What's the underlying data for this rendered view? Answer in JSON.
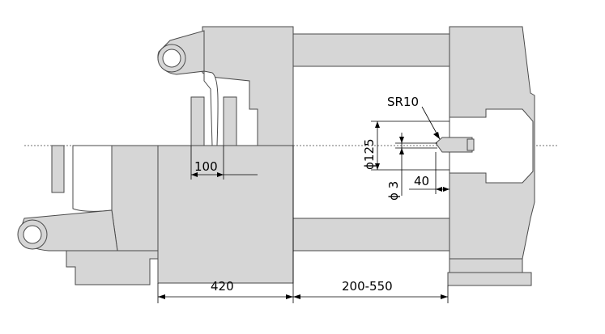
{
  "dimensions": {
    "d_mold_height_offset": "100",
    "d_tie_bar_span": "420",
    "d_opening_range": "200-550",
    "d_nozzle_protrusion": "40",
    "d_locating_ring_dia": "ϕ125",
    "d_nozzle_hole_dia": "ϕ 3",
    "d_nozzle_radius": "SR10"
  },
  "colors": {
    "platen_fill": "#d6d6d6",
    "outline": "#4a4a4a",
    "dimension_line": "#000000",
    "background": "#ffffff"
  }
}
